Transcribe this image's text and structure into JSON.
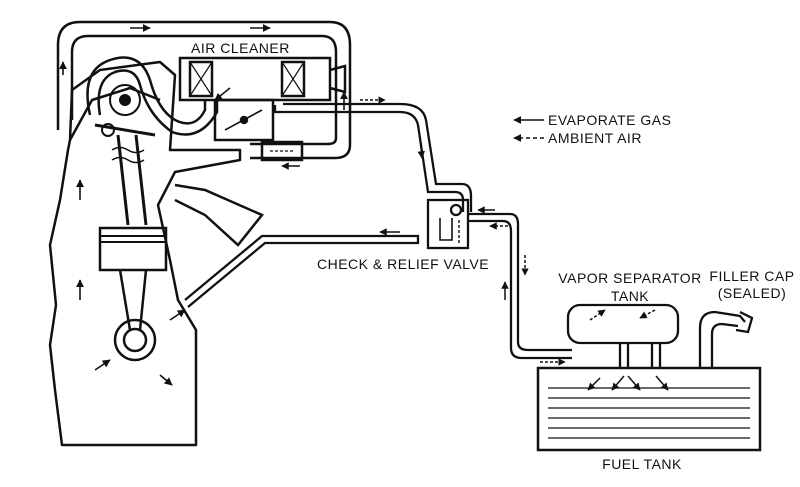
{
  "labels": {
    "air_cleaner": "AIR CLEANER",
    "check_relief_valve": "CHECK & RELIEF VALVE",
    "vapor_separator": "VAPOR SEPARATOR",
    "vapor_separator_tank": "TANK",
    "filler_cap": "FILLER CAP",
    "filler_cap_sealed": "(SEALED)",
    "fuel_tank": "FUEL TANK"
  },
  "legend": {
    "evaporate_gas": "EVAPORATE GAS",
    "ambient_air": "AMBIENT AIR"
  },
  "colors": {
    "ink": "#111111",
    "background": "#ffffff"
  }
}
